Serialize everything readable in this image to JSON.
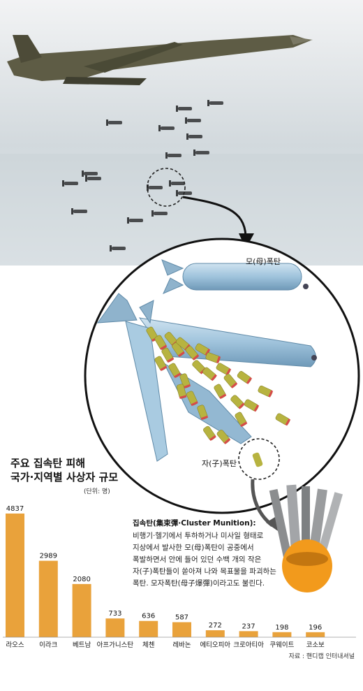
{
  "chart_title_line1": "주요 집속탄 피해",
  "chart_title_line2": "국가·지역별 사상자 규모",
  "unit_note": "(단위: 명)",
  "label_mother_bomb": "모(母)폭탄",
  "label_sub_bomb": "자(子)폭탄",
  "definition": {
    "title": "집속탄(集束彈·Cluster Munition):",
    "lines": [
      "비행기·헬기에서 투하하거나 미사일 형태로",
      "지상에서 발사한 모(母)폭탄이 공중에서",
      "폭발하면서 안에 들어 있던 수백 개의 작은",
      "자(子)폭탄들이 쏟아져 나와 목표물을 파괴하는",
      "폭탄. 모자폭탄(母子爆彈)이라고도 불린다."
    ]
  },
  "source_note": "자료 : 핸디캡 인터내셔널",
  "colors": {
    "bar": "#e9a23b",
    "bomb": "#9fc3dc",
    "bomblet": "#b7b340",
    "cap": "#d84a4a"
  },
  "chart_data": {
    "type": "bar",
    "title": "주요 집속탄 피해 국가·지역별 사상자 규모",
    "unit": "명",
    "categories": [
      "라오스",
      "이라크",
      "베트남",
      "아프가니스탄",
      "체첸",
      "레바논",
      "에티오피아",
      "크로아티아",
      "쿠웨이트",
      "코소보"
    ],
    "values": [
      4837,
      2989,
      2080,
      733,
      636,
      587,
      272,
      237,
      198,
      196
    ],
    "ylim": [
      0,
      4837
    ],
    "grid": false,
    "legend": "none"
  }
}
